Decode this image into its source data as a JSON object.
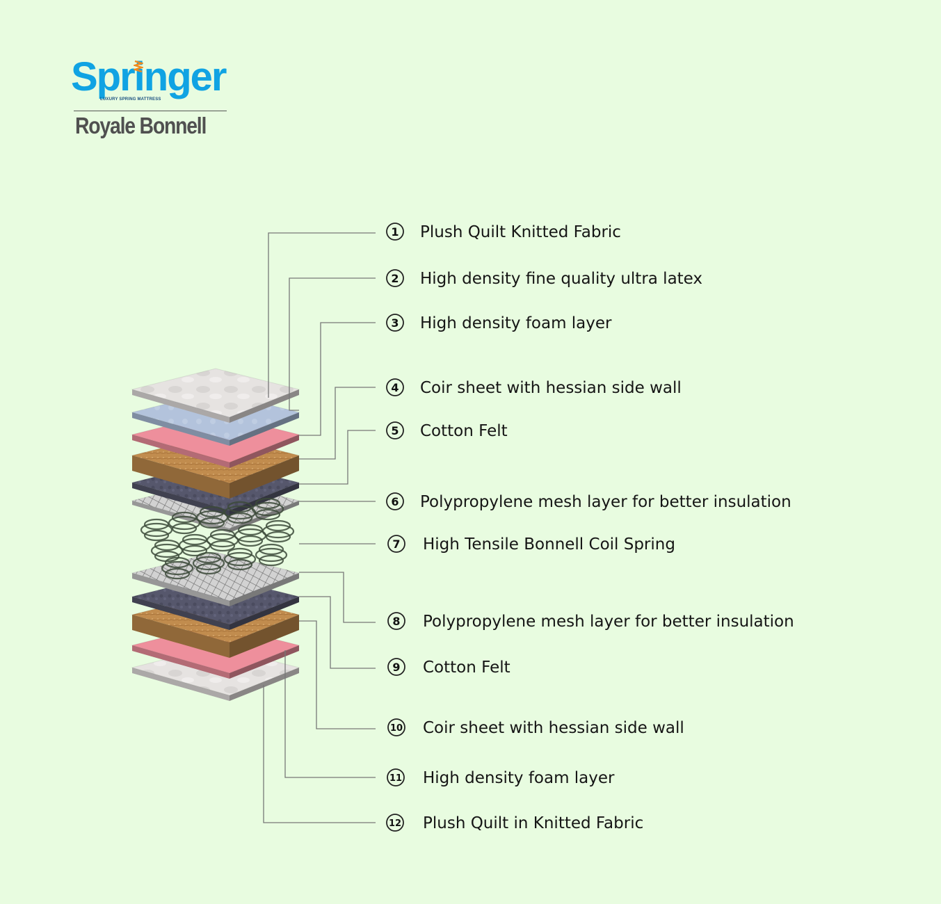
{
  "brand": {
    "name": "Springer",
    "tagline": "LUXURY SPRING MATTRESS",
    "model": "Royale Bonnell",
    "color": "#10a3e3"
  },
  "layers": [
    {
      "number": "1",
      "label": "Plush Quilt Knitted Fabric"
    },
    {
      "number": "2",
      "label": "High density fine quality ultra latex"
    },
    {
      "number": "3",
      "label": "High density foam layer"
    },
    {
      "number": "4",
      "label": "Coir sheet with hessian side wall"
    },
    {
      "number": "5",
      "label": "Cotton Felt"
    },
    {
      "number": "6",
      "label": "Polypropylene mesh layer for better insulation"
    },
    {
      "number": "7",
      "label": "High Tensile Bonnell Coil Spring"
    },
    {
      "number": "8",
      "label": "Polypropylene mesh layer for better insulation"
    },
    {
      "number": "9",
      "label": "Cotton Felt"
    },
    {
      "number": "10",
      "label": "Coir sheet with hessian side wall"
    },
    {
      "number": "11",
      "label": "High density foam layer"
    },
    {
      "number": "12",
      "label": "Plush Quilt in Knitted Fabric"
    }
  ],
  "colors": {
    "background": "#e8fce0",
    "quilt": "#e4e0de",
    "latex": "#a9bcd8",
    "foam": "#ee8f9c",
    "coir": "#c08a4c",
    "felt": "#55566a",
    "mesh": "#c9c9c9",
    "spring": "#3c4a3a"
  }
}
